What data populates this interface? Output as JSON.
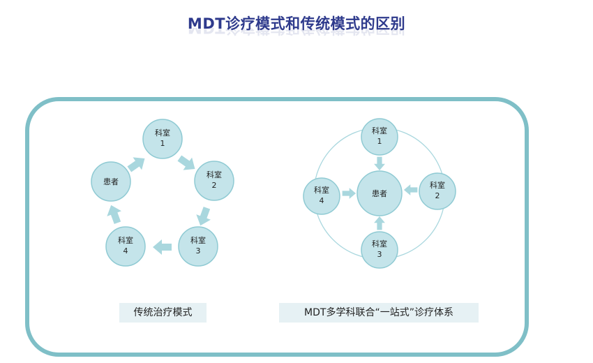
{
  "title": "MDT诊疗模式和传统模式的区别",
  "left_diagram": {
    "caption": "传统治疗模式",
    "nodes": [
      {
        "line1": "科室",
        "line2": "1"
      },
      {
        "line1": "科室",
        "line2": "2"
      },
      {
        "line1": "科室",
        "line2": "3"
      },
      {
        "line1": "科室",
        "line2": "4"
      },
      {
        "line1": "患者",
        "line2": ""
      }
    ]
  },
  "right_diagram": {
    "caption": "MDT多学科联合“一站式”诊疗体系",
    "center": {
      "line1": "患者",
      "line2": ""
    },
    "nodes": [
      {
        "line1": "科室",
        "line2": "1"
      },
      {
        "line1": "科室",
        "line2": "2"
      },
      {
        "line1": "科室",
        "line2": "3"
      },
      {
        "line1": "科室",
        "line2": "4"
      }
    ]
  },
  "colors": {
    "title": "#2e3a8c",
    "frame": "#7fbfc7",
    "node_fill": "#c4e4ea",
    "arrow": "#a9d7de",
    "caption_bg": "#e6f1f4"
  }
}
